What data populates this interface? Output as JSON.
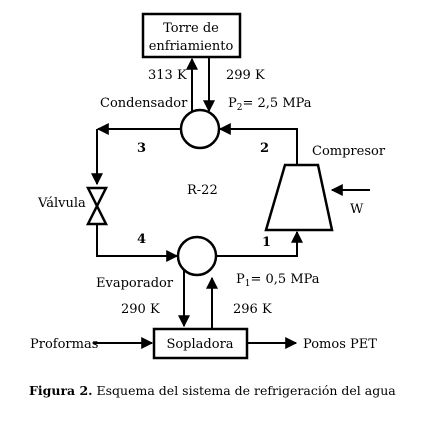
{
  "diagram": {
    "cooling_tower": {
      "line1": "Torre de",
      "line2": "enfriamiento"
    },
    "temps": {
      "t_hot": "313 K",
      "t_cold": "299 K",
      "t_blow_in": "290 K",
      "t_blow_out": "296 K"
    },
    "condenser": "Condensador",
    "evaporator": "Evaporador",
    "compressor": "Compresor",
    "valve": "Válvula",
    "refrigerant": "R-22",
    "work": "W",
    "p2": {
      "prefix": "P",
      "sub": "2",
      "value": "= 2,5 MPa"
    },
    "p1": {
      "prefix": "P",
      "sub": "1",
      "value": "= 0,5 MPa"
    },
    "states": {
      "s1": "1",
      "s2": "2",
      "s3": "3",
      "s4": "4"
    },
    "blower": "Sopladora",
    "preforms": "Proformas",
    "pet": "Pomos PET"
  },
  "caption": {
    "label": "Figura 2.",
    "text": " Esquema del sistema de refrigeración del agua"
  }
}
